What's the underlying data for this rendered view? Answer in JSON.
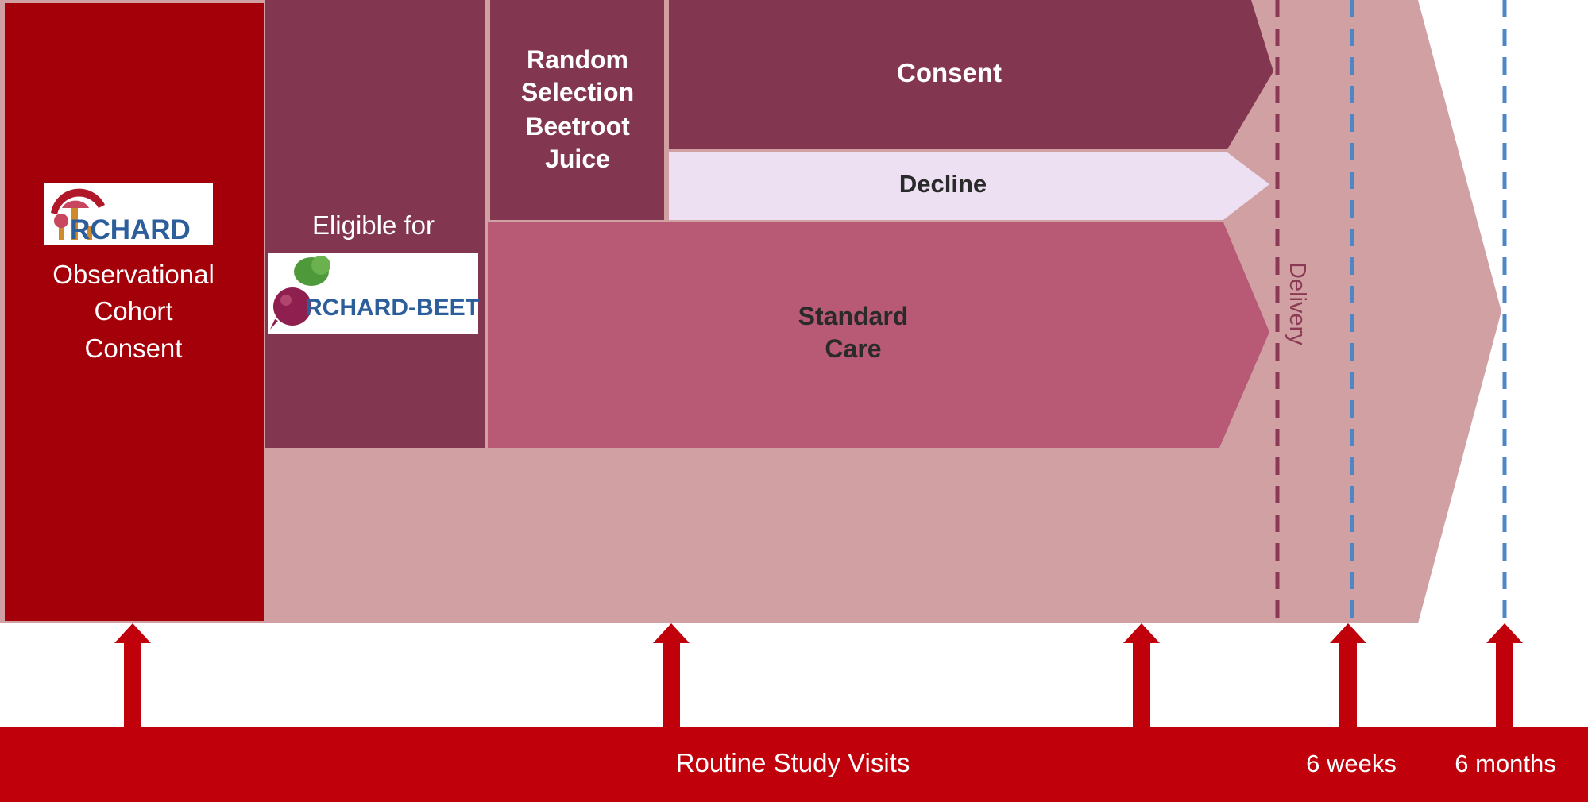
{
  "colors": {
    "background_arrow": "#D1A0A3",
    "cohort_box": "#A4000A",
    "eligible_box": "#82364F",
    "random_box": "#82364F",
    "consent_arrow": "#82364F",
    "decline_arrow": "#EDE0F3",
    "standard_care_arrow": "#B85A76",
    "visit_arrows": "#C0000B",
    "visit_bar": "#C0000B",
    "delivery_line": "#8B3A55",
    "followup_lines": "#4F86C6"
  },
  "cohort": {
    "logo_icon": "mushroom-logo-icon",
    "logo_text": "RCHARD",
    "label_lines": [
      "Observational",
      "Cohort",
      "Consent"
    ]
  },
  "eligible": {
    "label": "Eligible for",
    "logo_icon": "beetroot-logo-icon",
    "logo_text": "RCHARD-BEET"
  },
  "random_selection": {
    "label_lines": [
      "Random",
      "Selection",
      "Beetroot",
      "Juice"
    ]
  },
  "branches": {
    "consent": "Consent",
    "decline": "Decline",
    "standard_care_lines": [
      "Standard",
      "Care"
    ]
  },
  "timeline": {
    "delivery": "Delivery",
    "visits_label": "Routine Study Visits",
    "six_weeks": "6 weeks",
    "six_months": "6 months"
  }
}
